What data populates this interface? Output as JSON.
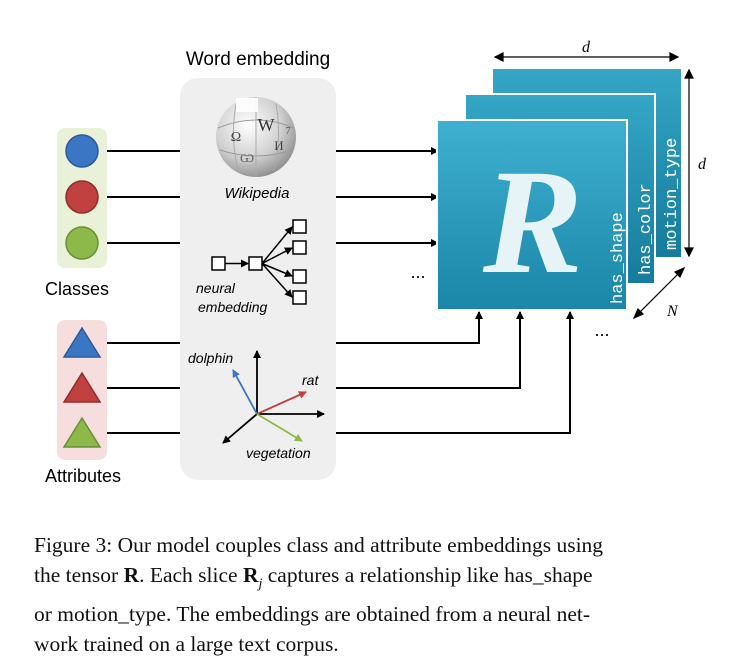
{
  "figure": {
    "word_embedding_title": "Word embedding",
    "classes_label": "Classes",
    "attributes_label": "Attributes",
    "wikipedia_label": "Wikipedia",
    "neural_label_line1": "neural",
    "neural_label_line2": "embedding",
    "vector_labels": {
      "dolphin": "dolphin",
      "rat": "rat",
      "vegetation": "vegetation"
    },
    "tensor_letter": "R",
    "slices": [
      "has_shape",
      "has_color",
      "motion_type"
    ],
    "dim_d_top": "d",
    "dim_d_side": "d",
    "dim_n": "N",
    "ellipsis": "...",
    "wikipedia_glyphs": [
      "W",
      "Ω",
      "И",
      "Ѡ",
      "7"
    ],
    "colors": {
      "tensor_front": "#2a9cbe",
      "tensor_back": "#1f8fb0",
      "class_panel": "#e9f2d8",
      "attribute_panel": "#f7dede",
      "embedding_panel": "#efefef",
      "blue_shape": "#3a76c4",
      "red_shape": "#c0413f",
      "green_shape": "#8db94a",
      "rat_arrow": "#c0413f",
      "dolphin_arrow": "#3a76c4",
      "vegetation_arrow": "#8db94a"
    }
  },
  "caption": {
    "line1": "Figure 3: Our model couples class and attribute embeddings using",
    "line2_a": "the tensor ",
    "line2_bold_r": "R",
    "line2_b": ". Each slice ",
    "line2_bold_rj": "R",
    "line2_sub_j": "j",
    "line2_c": " captures a relationship like has_shape",
    "line3": "or motion_type. The embeddings are obtained from a neural net-",
    "line4": "work trained on a large text corpus."
  }
}
